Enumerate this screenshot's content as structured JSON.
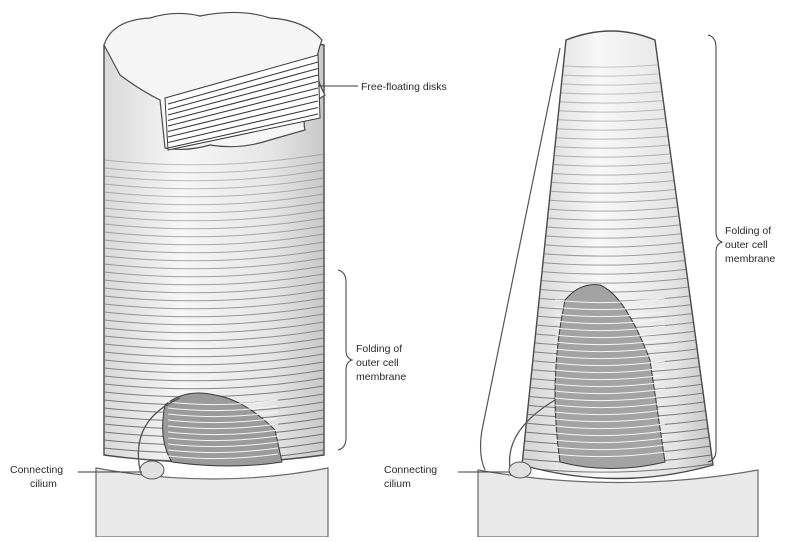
{
  "labels": {
    "free_floating_disks": "Free-floating disks",
    "folding_rod_line1": "Folding of",
    "folding_rod_line2": "outer cell",
    "folding_rod_line3": "membrane",
    "folding_cone_line1": "Folding of",
    "folding_cone_line2": "outer cell",
    "folding_cone_line3": "membrane",
    "connecting_rod_line1": "Connecting",
    "connecting_rod_line2": "cilium",
    "connecting_cone_line1": "Connecting",
    "connecting_cone_line2": "cilium"
  },
  "colors": {
    "ink": "#3a3a3a",
    "shade": "#b5b5b5",
    "fill": "#f2f2f2"
  }
}
